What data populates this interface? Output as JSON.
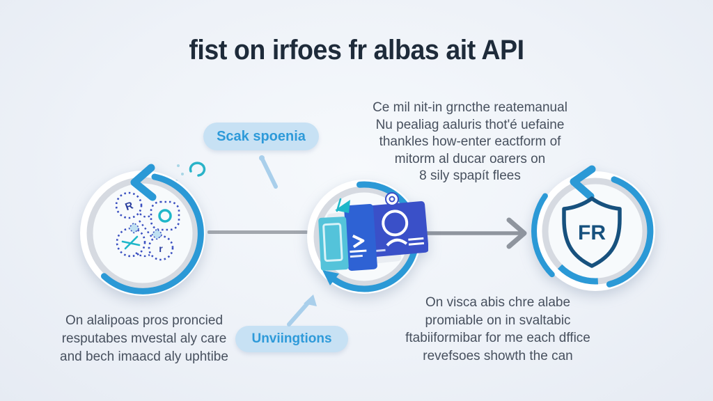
{
  "title": "fist on irfoes fr albas ait API",
  "pills": {
    "top": "Scak spoenia",
    "bottom": "Unviingtions"
  },
  "paragraphs": {
    "top_right": [
      "Ce mil nit-in grncthe reatemanual",
      "Nu pealiag aaluris thot'é uefaine",
      "thankles how-enter eactform of",
      "mitorm al ducar oarers on",
      "8 sily spapít flees"
    ],
    "bottom_left": [
      "On alalipoas pros proncied",
      "resputabes mvestal aly care",
      "and bech imaacd aly uphtibe"
    ],
    "bottom_right": [
      "On visca abis chre alabe",
      "promiable on in svaltabic",
      "ftabiiformibar for me each dffice",
      "revefsoes showth the can"
    ]
  },
  "icons": {
    "doodle": {
      "letter_top": "R",
      "letter_bottom": "r"
    },
    "shield": {
      "label": "FR"
    }
  },
  "colors": {
    "accent_blue": "#2b99d6",
    "teal": "#1fb7c9",
    "navy": "#17517e",
    "doodle_blue": "#3a4fc0",
    "card_blue": "#2e62d4",
    "panel_blue": "#3a50c8",
    "pill_bg": "#c7e1f4",
    "pill_text": "#2e9ad9",
    "title_text": "#1e2b3a",
    "body_text": "#47505e",
    "connector_gray": "#9aa0a8",
    "background": "#eef2f8"
  }
}
